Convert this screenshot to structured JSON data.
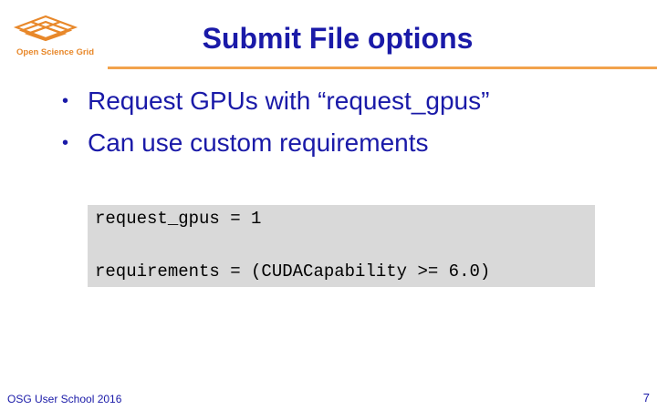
{
  "logo": {
    "text": "Open Science Grid",
    "icon": "osg-grid-logo-icon"
  },
  "title": "Submit File options",
  "bullets": [
    "Request GPUs with “request_gpus”",
    "Can use custom requirements"
  ],
  "code": [
    "request_gpus = 1",
    "requirements = (CUDACapability >= 6.0)"
  ],
  "footer": "OSG User School 2016",
  "page_number": "7",
  "colors": {
    "title": "#1a1aa8",
    "rule": "#f2a34c",
    "logo": "#e8882a",
    "code_background": "#d9d9d9"
  }
}
